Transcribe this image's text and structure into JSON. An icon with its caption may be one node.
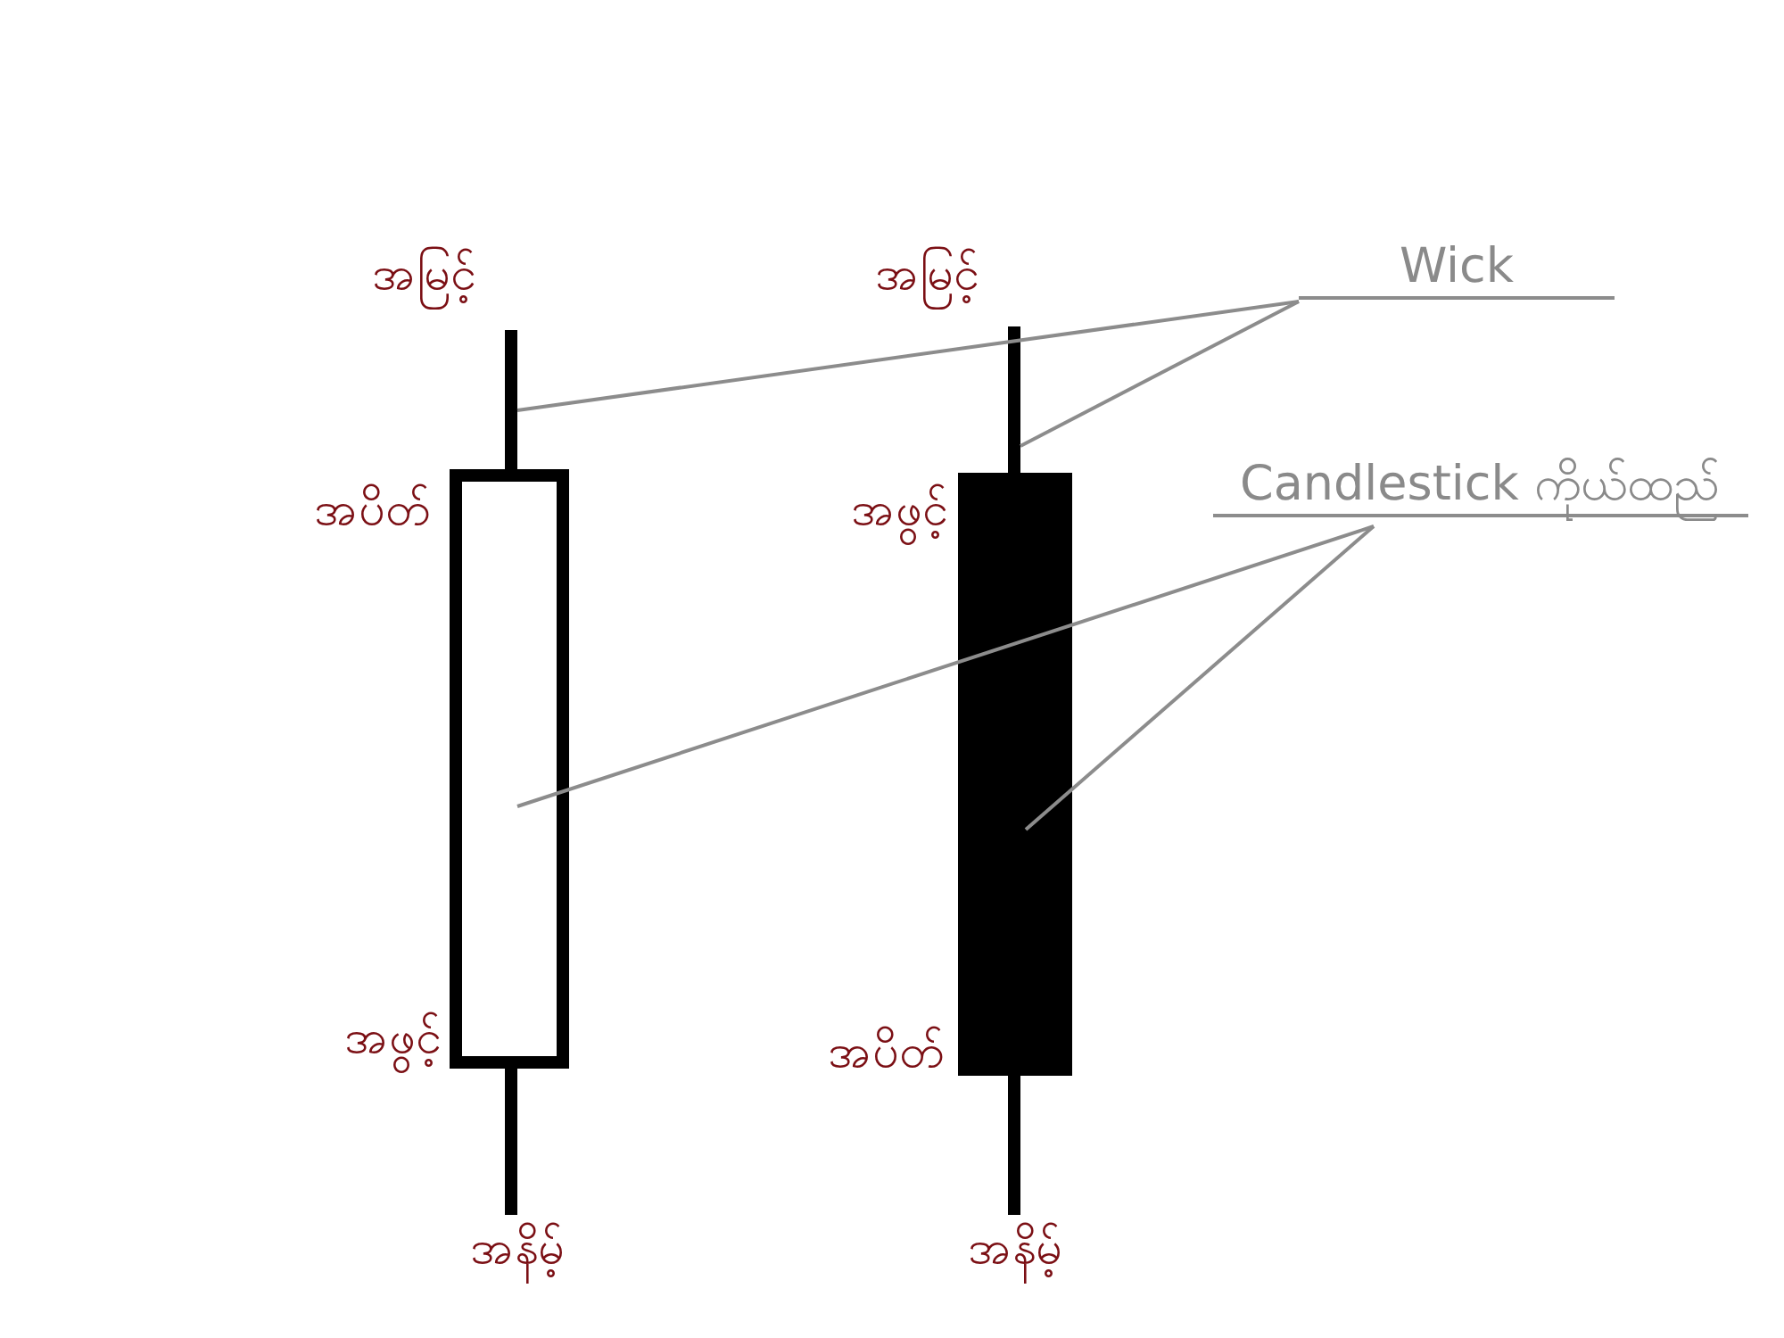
{
  "diagram": {
    "nodes": [
      {
        "text": [
          "Wick"
        ]
      },
      {
        "text": [
          "Candlestick ကိုယ်ထည်"
        ]
      },
      {
        "text": [],
        "shape": "bar"
      },
      {
        "text": [],
        "shape": "bar"
      },
      {
        "text": [],
        "shape": "box"
      },
      {
        "text": [],
        "shape": "box"
      }
    ],
    "edges": [
      {
        "from": 0,
        "to": 2,
        "arrow": "none"
      },
      {
        "from": 0,
        "to": 3,
        "arrow": "none"
      },
      {
        "from": 1,
        "to": 4,
        "arrow": "none"
      },
      {
        "from": 1,
        "to": 5,
        "arrow": "none"
      }
    ],
    "labels": [
      "အမြင့်",
      "အမြင့်",
      "အပိတ်",
      "အဖွင့်",
      "အဖွင့်",
      "အပိတ်",
      "အနိမ့်",
      "အနိမ့်"
    ]
  }
}
